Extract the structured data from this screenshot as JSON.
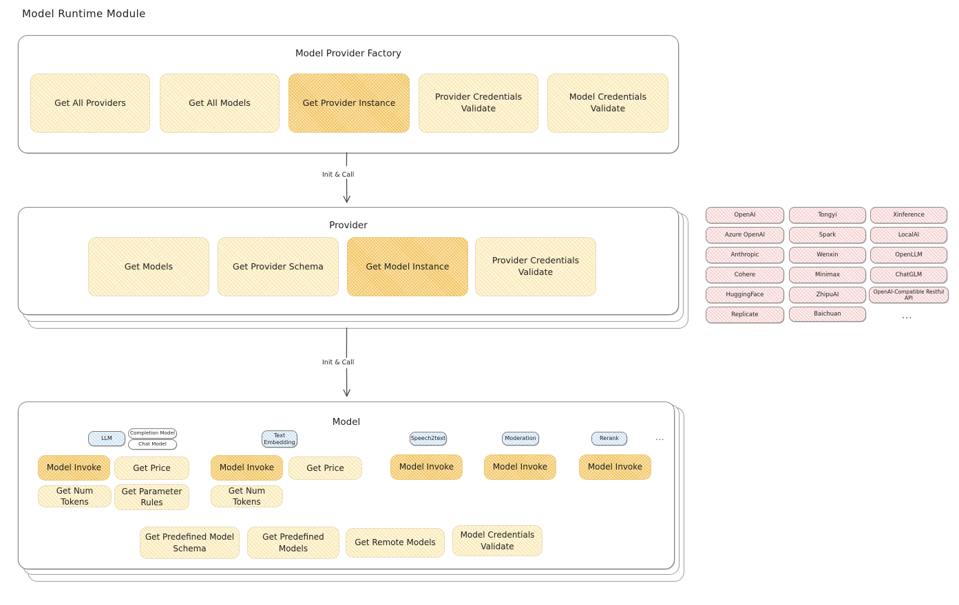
{
  "diagram": {
    "title": "Model Runtime Module",
    "type": "architecture-diagram"
  },
  "factory": {
    "title": "Model Provider Factory",
    "nodes": [
      {
        "label": "Get All Providers",
        "highlighted": false
      },
      {
        "label": "Get All Models",
        "highlighted": false
      },
      {
        "label": "Get Provider Instance",
        "highlighted": true
      },
      {
        "label": "Provider Credentials Validate",
        "highlighted": false
      },
      {
        "label": "Model Credentials Validate",
        "highlighted": false
      }
    ]
  },
  "arrows": {
    "factory_to_provider": "Init & Call",
    "provider_to_model": "Init & Call"
  },
  "provider": {
    "title": "Provider",
    "nodes": [
      {
        "label": "Get Models",
        "highlighted": false
      },
      {
        "label": "Get Provider Schema",
        "highlighted": false
      },
      {
        "label": "Get Model Instance",
        "highlighted": true
      },
      {
        "label": "Provider Credentials Validate",
        "highlighted": false
      }
    ]
  },
  "provider_list": {
    "columns": [
      [
        "OpenAI",
        "Azure OpenAI",
        "Anthropic",
        "Cohere",
        "HuggingFace",
        "Replicate"
      ],
      [
        "Tongyi",
        "Spark",
        "Wenxin",
        "Minimax",
        "ZhipuAI",
        "Baichuan"
      ],
      [
        "Xinference",
        "LocalAI",
        "OpenLLM",
        "ChatGLM",
        "OpenAI-Compatible Restful API"
      ]
    ],
    "more_indicator": "..."
  },
  "model": {
    "title": "Model",
    "more_indicator": "...",
    "types": [
      {
        "badge": "LLM",
        "badge_style": "blue",
        "sub_badges": [
          "Completion Model",
          "Chat Model"
        ],
        "nodes": [
          {
            "label": "Model Invoke",
            "highlighted": true
          },
          {
            "label": "Get Price",
            "highlighted": false
          },
          {
            "label": "Get Num Tokens",
            "highlighted": false
          },
          {
            "label": "Get Parameter Rules",
            "highlighted": false
          }
        ]
      },
      {
        "badge": "Text Embedding",
        "badge_style": "blue",
        "sub_badges": [],
        "nodes": [
          {
            "label": "Model Invoke",
            "highlighted": true
          },
          {
            "label": "Get Price",
            "highlighted": false
          },
          {
            "label": "Get Num Tokens",
            "highlighted": false
          }
        ]
      },
      {
        "badge": "Speech2text",
        "badge_style": "blue",
        "sub_badges": [],
        "nodes": [
          {
            "label": "Model Invoke",
            "highlighted": true
          }
        ]
      },
      {
        "badge": "Moderation",
        "badge_style": "blue",
        "sub_badges": [],
        "nodes": [
          {
            "label": "Model Invoke",
            "highlighted": true
          }
        ]
      },
      {
        "badge": "Rerank",
        "badge_style": "blue",
        "sub_badges": [],
        "nodes": [
          {
            "label": "Model Invoke",
            "highlighted": true
          }
        ]
      }
    ],
    "common_nodes": [
      {
        "label": "Get Predefined Model Schema",
        "highlighted": false
      },
      {
        "label": "Get Predefined Models",
        "highlighted": false
      },
      {
        "label": "Get Remote Models",
        "highlighted": false
      },
      {
        "label": "Model Credentials Validate",
        "highlighted": false
      }
    ]
  },
  "colors": {
    "node_fill": "#fdf6dd",
    "node_highlight_fill": "#fbe6b4",
    "chip_fill": "#fdf0f0",
    "badge_fill": "#eef5fb",
    "stroke": "#868686",
    "text": "#1e1e1e"
  }
}
